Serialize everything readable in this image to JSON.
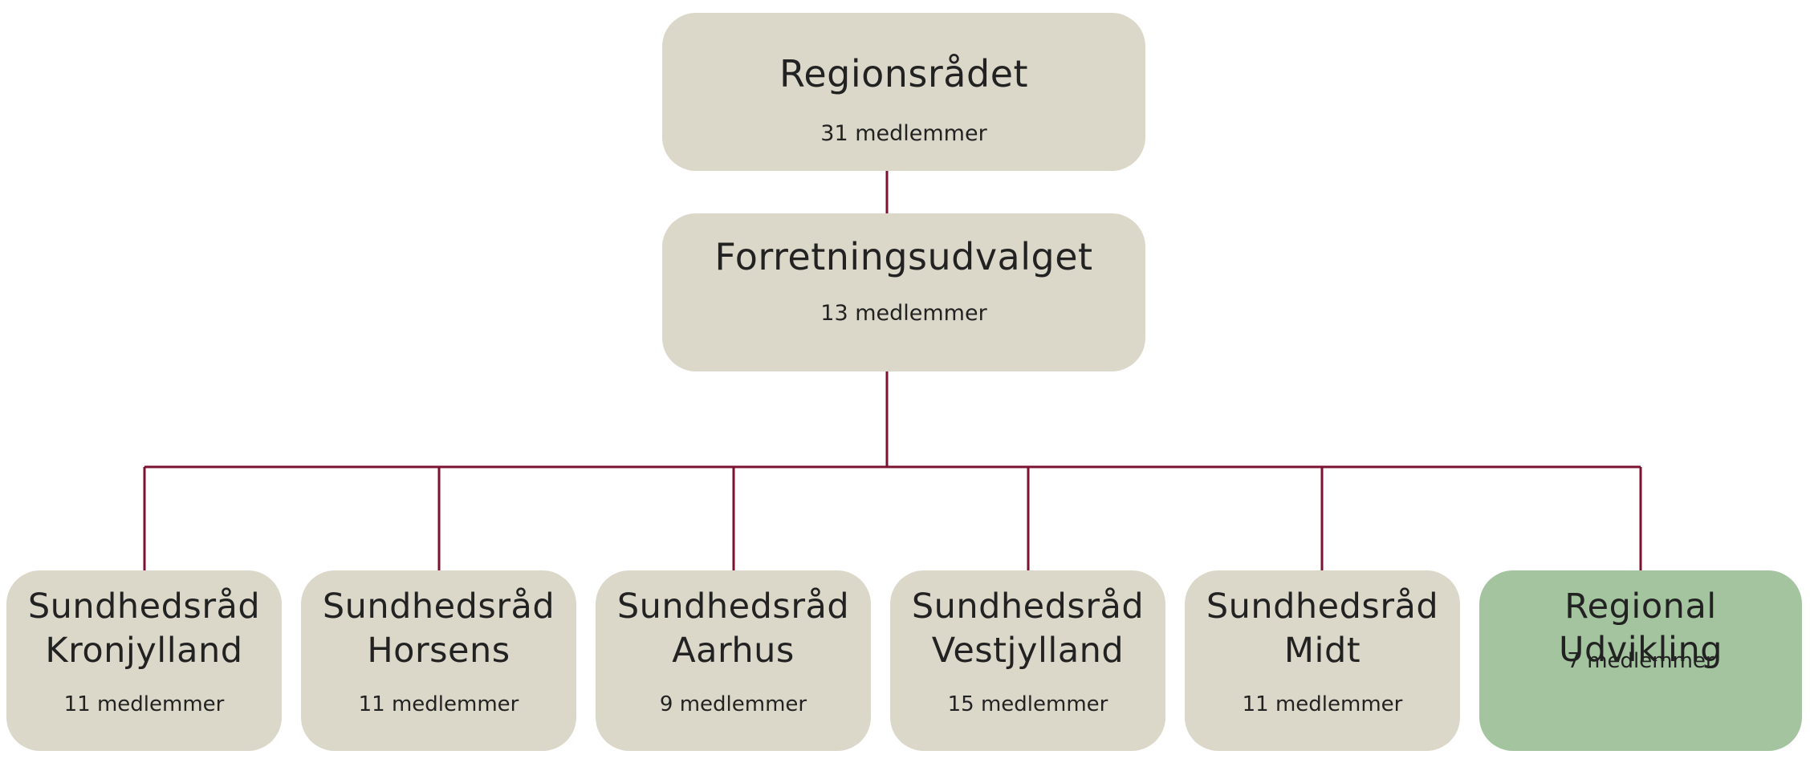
{
  "colors": {
    "box_fill": "#dbd8ca",
    "highlight_fill": "#a4c4a0",
    "connector": "#7b1230",
    "text": "#222222"
  },
  "top": {
    "regionsraadet": {
      "title": "Regionsrådet",
      "count": "31 medlemmer"
    },
    "forretningsudvalget": {
      "title": "Forretningsudvalget",
      "count": "13 medlemmer"
    }
  },
  "committees": [
    {
      "line1": "Sundhedsråd",
      "line2": "Kronjylland",
      "count": "11 medlemmer"
    },
    {
      "line1": "Sundhedsråd",
      "line2": "Horsens",
      "count": "11 medlemmer"
    },
    {
      "line1": "Sundhedsråd",
      "line2": "Aarhus",
      "count": "9 medlemmer"
    },
    {
      "line1": "Sundhedsråd",
      "line2": "Vestjylland",
      "count": "15 medlemmer"
    },
    {
      "line1": "Sundhedsråd",
      "line2": "Midt",
      "count": "11 medlemmer"
    },
    {
      "line1": "Regional Udvikling",
      "count": "7 medlemmer",
      "highlight": true
    }
  ]
}
